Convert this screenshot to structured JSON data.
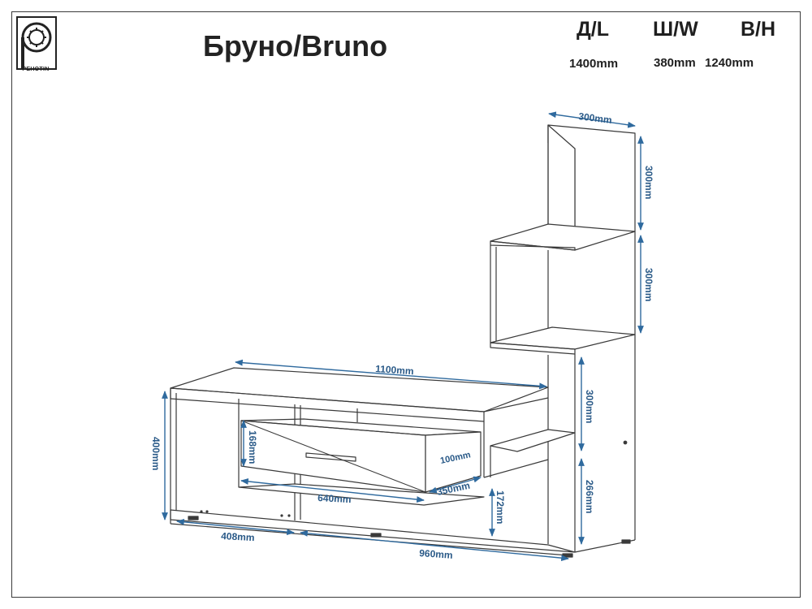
{
  "brand": {
    "logo_text": "PEHOTIN"
  },
  "title": "Бруно/Bruno",
  "overall": {
    "length": {
      "label": "Д/L",
      "value": "1400mm"
    },
    "width": {
      "label": "Ш/W",
      "value": "380mm"
    },
    "height": {
      "label": "В/H",
      "value": "1240mm"
    }
  },
  "dimensions": {
    "tower_top_width": "300mm",
    "tower_upper_height": "300mm",
    "tower_middle_height": "300mm",
    "tower_lower_height": "300mm",
    "tower_bottom_height": "266mm",
    "stand_length": "1100mm",
    "stand_height": "400mm",
    "drawer_height": "168mm",
    "drawer_width": "640mm",
    "drawer_depth": "350mm",
    "drawer_front": "100mm",
    "shelf_height": "172mm",
    "left_section": "408mm",
    "base_length": "960mm"
  },
  "colors": {
    "line": "#3a3a3a",
    "dimension": "#2f6a9e"
  }
}
